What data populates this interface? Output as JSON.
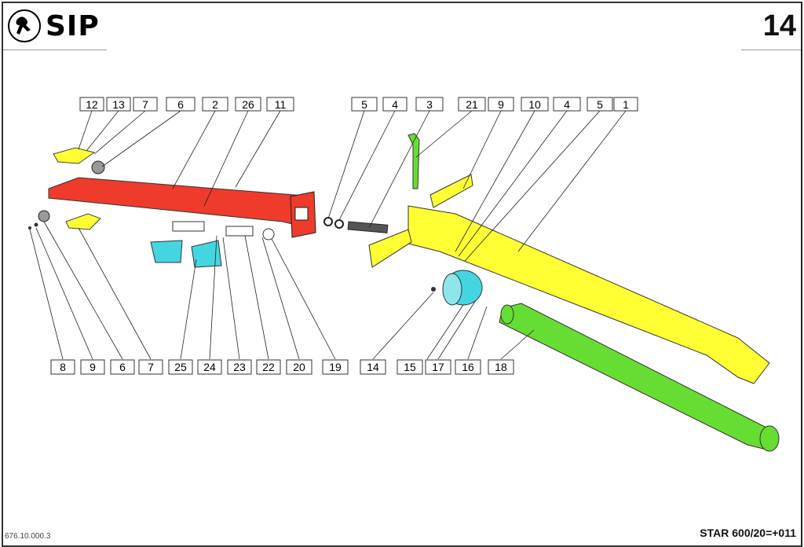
{
  "header": {
    "brand": "SIP",
    "page_number": "14"
  },
  "footer": {
    "document_code": "676.10.000.3",
    "model": "STAR 600/20=+011"
  },
  "top_labels": [
    "12",
    "13",
    "7",
    "6",
    "2",
    "26",
    "11",
    "5",
    "4",
    "3",
    "21",
    "9",
    "10",
    "4",
    "5",
    "1"
  ],
  "bottom_labels": [
    "8",
    "9",
    "6",
    "7",
    "25",
    "24",
    "23",
    "22",
    "20",
    "19",
    "14",
    "15",
    "17",
    "16",
    "18"
  ],
  "colors": {
    "red": "#ee3b2b",
    "yellow": "#ffff33",
    "cyan": "#44d6e0",
    "green": "#66dd33"
  }
}
